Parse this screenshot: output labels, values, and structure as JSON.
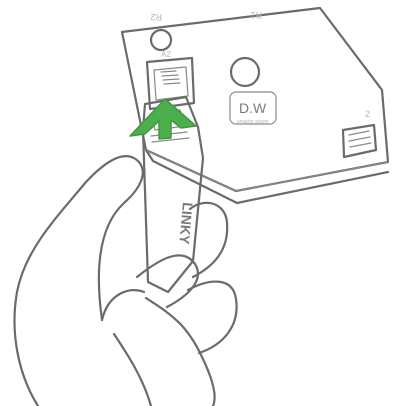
{
  "device": {
    "top_port_label": "R2",
    "top_center_label": "R1",
    "port_label": "A2",
    "right_port_label": "2",
    "logo_text": "D.W",
    "logo_subtext": "smarter power"
  },
  "connector": {
    "brand_text": "LINKY"
  },
  "colors": {
    "line": "#6b6b6b",
    "arrow": "#4cae4c",
    "background": "#ffffff"
  },
  "icons": {
    "arrow": "insert-arrow-icon",
    "connector_port": "rj45-port-icon"
  }
}
